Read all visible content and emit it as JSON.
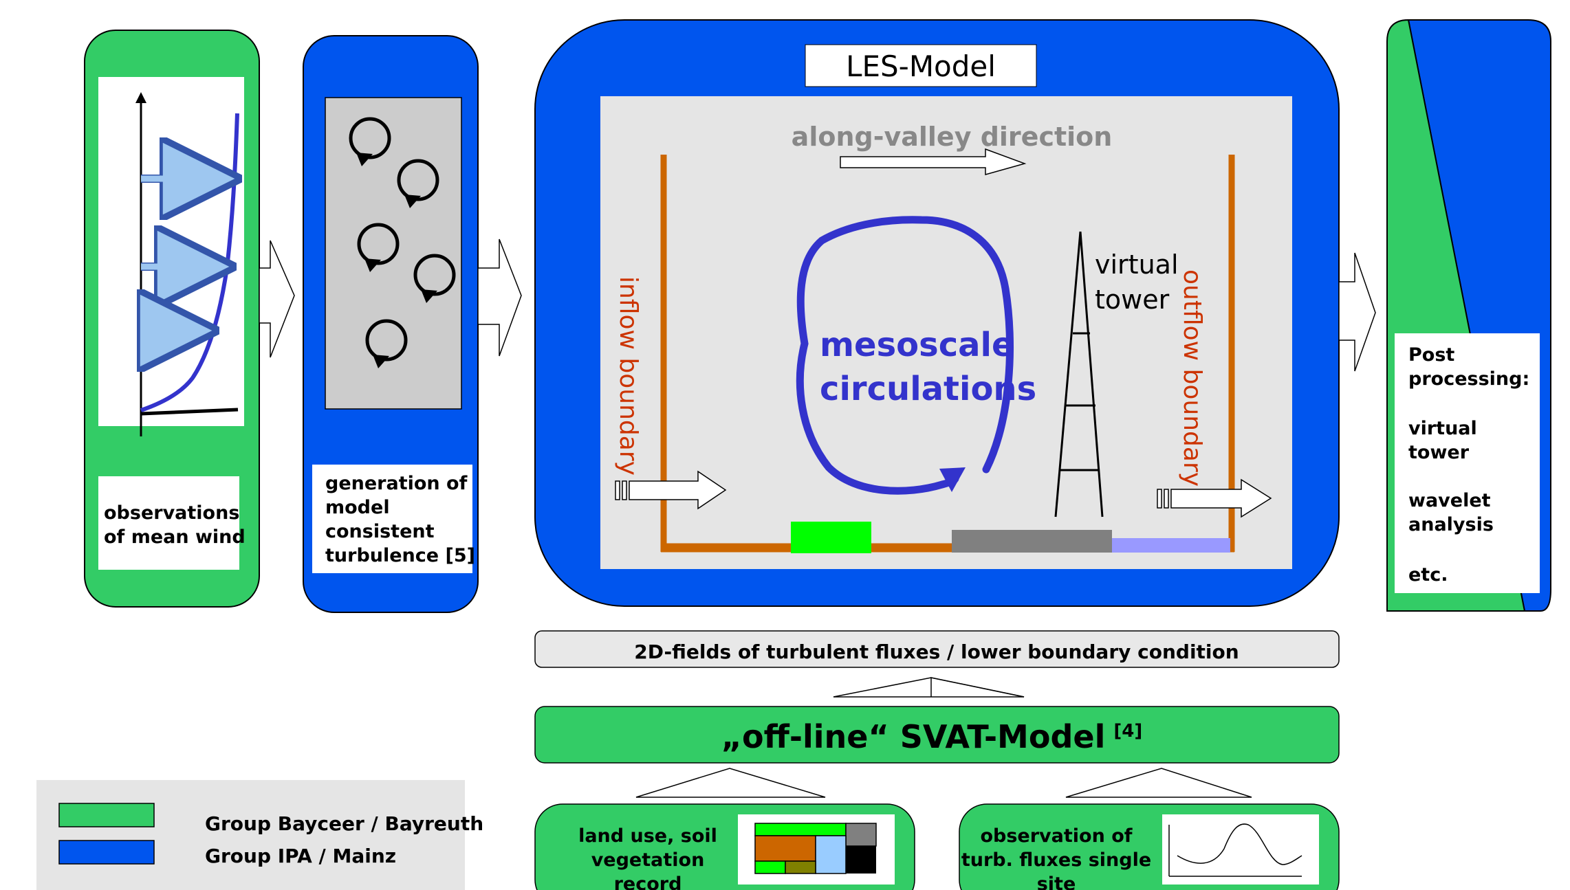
{
  "colors": {
    "green": "#33cc66",
    "blue": "#0055ee",
    "panel_gray": "#e5e5e5",
    "boundary_orange": "#cc6600",
    "circulation_purple": "#3333cc",
    "label_gray": "#888888"
  },
  "obs_panel": {
    "label_line1": "observations",
    "label_line2": "of mean wind"
  },
  "turb_panel": {
    "label_line1": "generation of",
    "label_line2": "model",
    "label_line3": "consistent",
    "label_line4": "turbulence [5]"
  },
  "les": {
    "title": "LES-Model",
    "along_valley": "along-valley direction",
    "inflow": "inflow boundary",
    "outflow": "outflow boundary",
    "tower_line1": "virtual",
    "tower_line2": "tower",
    "meso_line1": "mesoscale",
    "meso_line2": "circulations"
  },
  "post": {
    "line1": "Post",
    "line2": "processing:",
    "line3": "virtual",
    "line4": "tower",
    "line5": "wavelet",
    "line6": "analysis",
    "line7": "etc."
  },
  "fluxes_bar": {
    "label": "2D-fields of turbulent fluxes / lower boundary condition"
  },
  "svat": {
    "label": "„off-line“ SVAT-Model",
    "ref": "[4]"
  },
  "landuse": {
    "line1": "land use, soil",
    "line2": "vegetation",
    "line3": "record"
  },
  "obs_flux": {
    "line1": "observation of",
    "line2": "turb. fluxes single",
    "line3": "site"
  },
  "legend": {
    "green_label": "Group Bayceer / Bayreuth",
    "blue_label": "Group IPA / Mainz"
  }
}
